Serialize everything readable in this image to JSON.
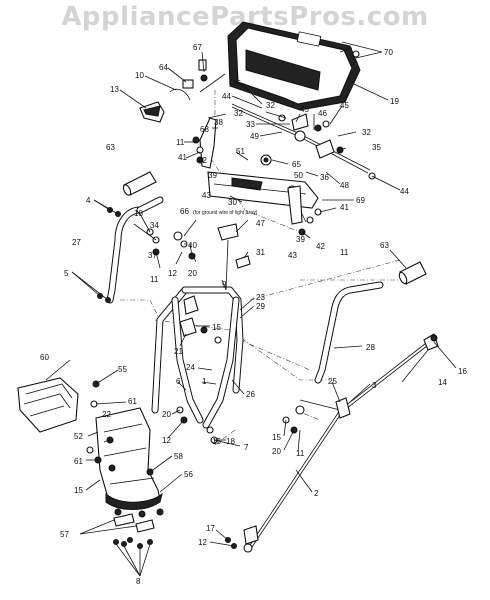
{
  "watermark": "AppliancePartsPros.com",
  "note": "(for ground wire of light assy)",
  "labels": [
    "67",
    "70",
    "10",
    "64",
    "19",
    "35",
    "13",
    "44",
    "32",
    "45",
    "46",
    "38",
    "33",
    "32",
    "68",
    "49",
    "45",
    "11",
    "32",
    "63",
    "41",
    "42",
    "51",
    "65",
    "35",
    "39",
    "36",
    "48",
    "43",
    "50",
    "44",
    "30",
    "69",
    "4",
    "18",
    "66",
    "34",
    "47",
    "41",
    "27",
    "39",
    "42",
    "37",
    "40",
    "43",
    "11",
    "31",
    "12",
    "20",
    "63",
    "11",
    "5",
    "9",
    "23",
    "29",
    "15",
    "21",
    "28",
    "16",
    "60",
    "24",
    "6",
    "1",
    "25",
    "14",
    "55",
    "3",
    "61",
    "20",
    "26",
    "52",
    "22",
    "12",
    "15",
    "15",
    "18",
    "61",
    "7",
    "20",
    "58",
    "11",
    "15",
    "56",
    "2",
    "57",
    "17",
    "12",
    "8"
  ]
}
